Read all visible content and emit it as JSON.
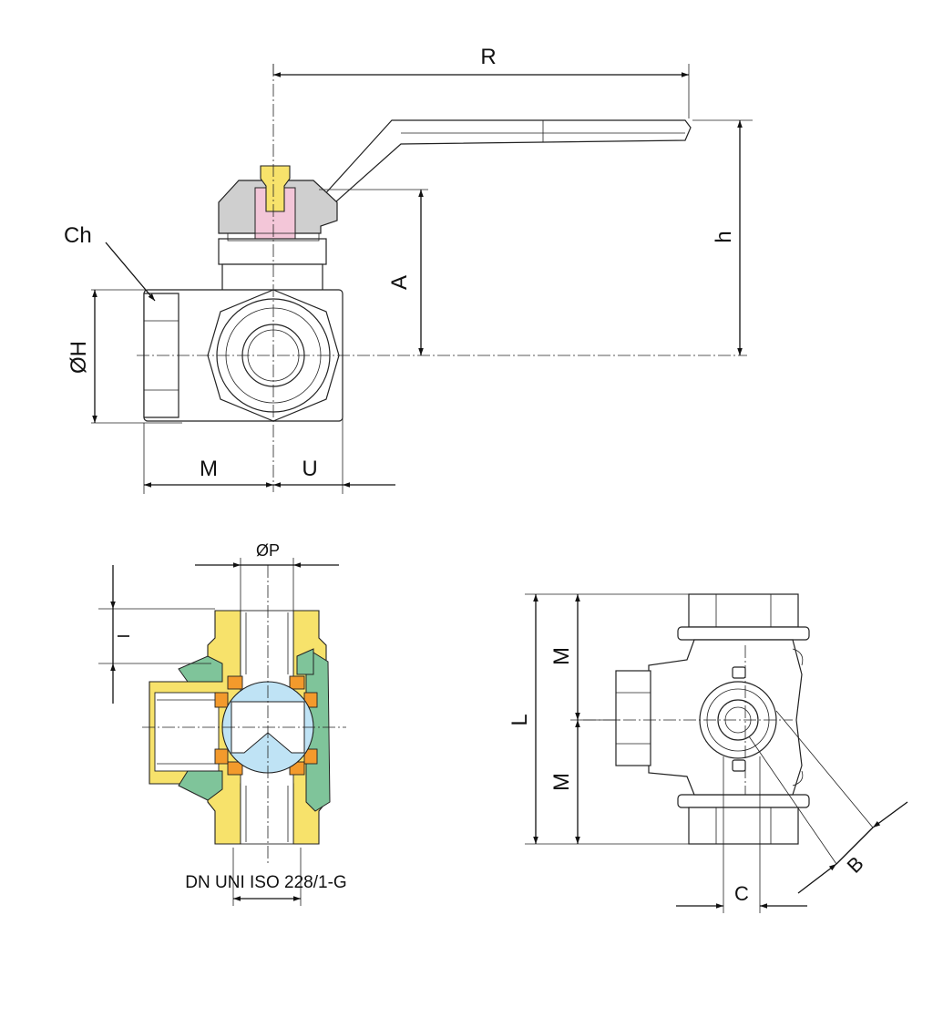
{
  "labels": {
    "R": "R",
    "h": "h",
    "A": "A",
    "Ch": "Ch",
    "H": "ØH",
    "M_side": "M",
    "U": "U",
    "P": "ØP",
    "I": "I",
    "thread_spec": "DN UNI ISO 228/1-G",
    "L": "L",
    "M_upper": "M",
    "M_lower": "M",
    "B": "B",
    "C": "C"
  },
  "colors": {
    "body_yellow": "#f7e26b",
    "gasket_green": "#7fc49a",
    "seat_orange": "#f39a2c",
    "ball_blue": "#bfe3f5",
    "handle_grey": "#cfcfcf",
    "stem_pink": "#f3c6d8",
    "line": "#222222"
  }
}
